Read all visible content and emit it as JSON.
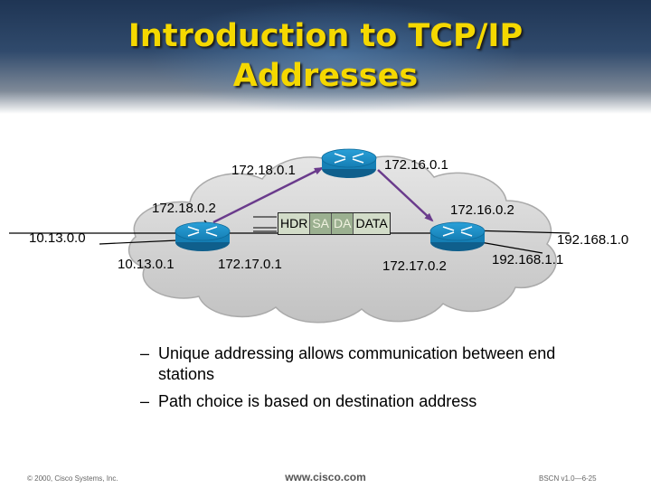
{
  "slide": {
    "title_line1": "Introduction to TCP/IP",
    "title_line2": "Addresses"
  },
  "diagram": {
    "labels": {
      "r1_top": "172.18.0.1",
      "r2_top": "172.16.0.1",
      "r1_left": "172.18.0.2",
      "r3_right": "172.16.0.2",
      "net_left": "10.13.0.0",
      "r1_bottom_left": "10.13.0.1",
      "r1_bottom_right": "172.17.0.1",
      "r3_bottom_left": "172.17.0.2",
      "net_right": "192.168.1.0",
      "r3_bottom_right": "192.168.1.1"
    },
    "packet": {
      "hdr": "HDR",
      "sa": "SA",
      "da": "DA",
      "data": "DATA"
    },
    "colors": {
      "cloud": "#cdcdcd",
      "router": "#1b8bc4",
      "link": "#6a3b8c",
      "title": "#f5d800"
    }
  },
  "bullets": [
    "Unique addressing allows communication between end stations",
    "Path choice is based on destination address"
  ],
  "bullet_marker": "–",
  "footer": {
    "copyright": "© 2000, Cisco Systems, Inc.",
    "website": "www.cisco.com",
    "slide_id": "BSCN v1.0—6-25"
  }
}
